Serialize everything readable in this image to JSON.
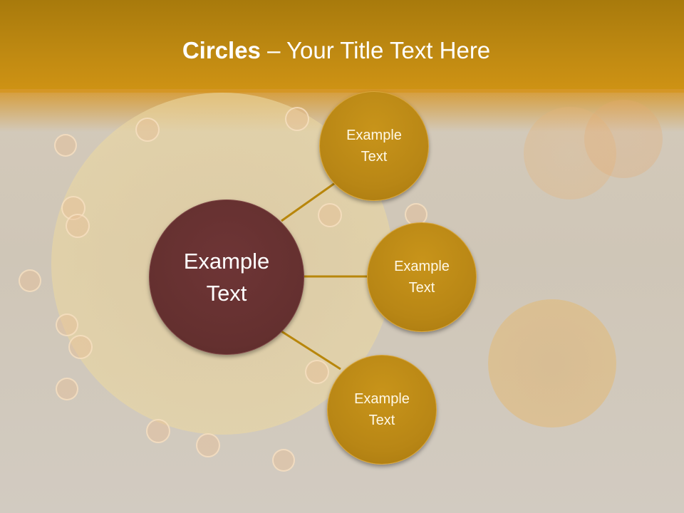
{
  "slide": {
    "title_bold": "Circles",
    "title_rest": " – Your Title Text Here",
    "center_circle": {
      "line1": "Example",
      "line2": "Text",
      "color": "#64302f"
    },
    "satellites": [
      {
        "line1": "Example",
        "line2": "Text",
        "color": "#b88615"
      },
      {
        "line1": "Example",
        "line2": "Text",
        "color": "#b88615"
      },
      {
        "line1": "Example",
        "line2": "Text",
        "color": "#b88615"
      }
    ],
    "connector_color": "#b8860b",
    "header_color": "#c08a12"
  }
}
